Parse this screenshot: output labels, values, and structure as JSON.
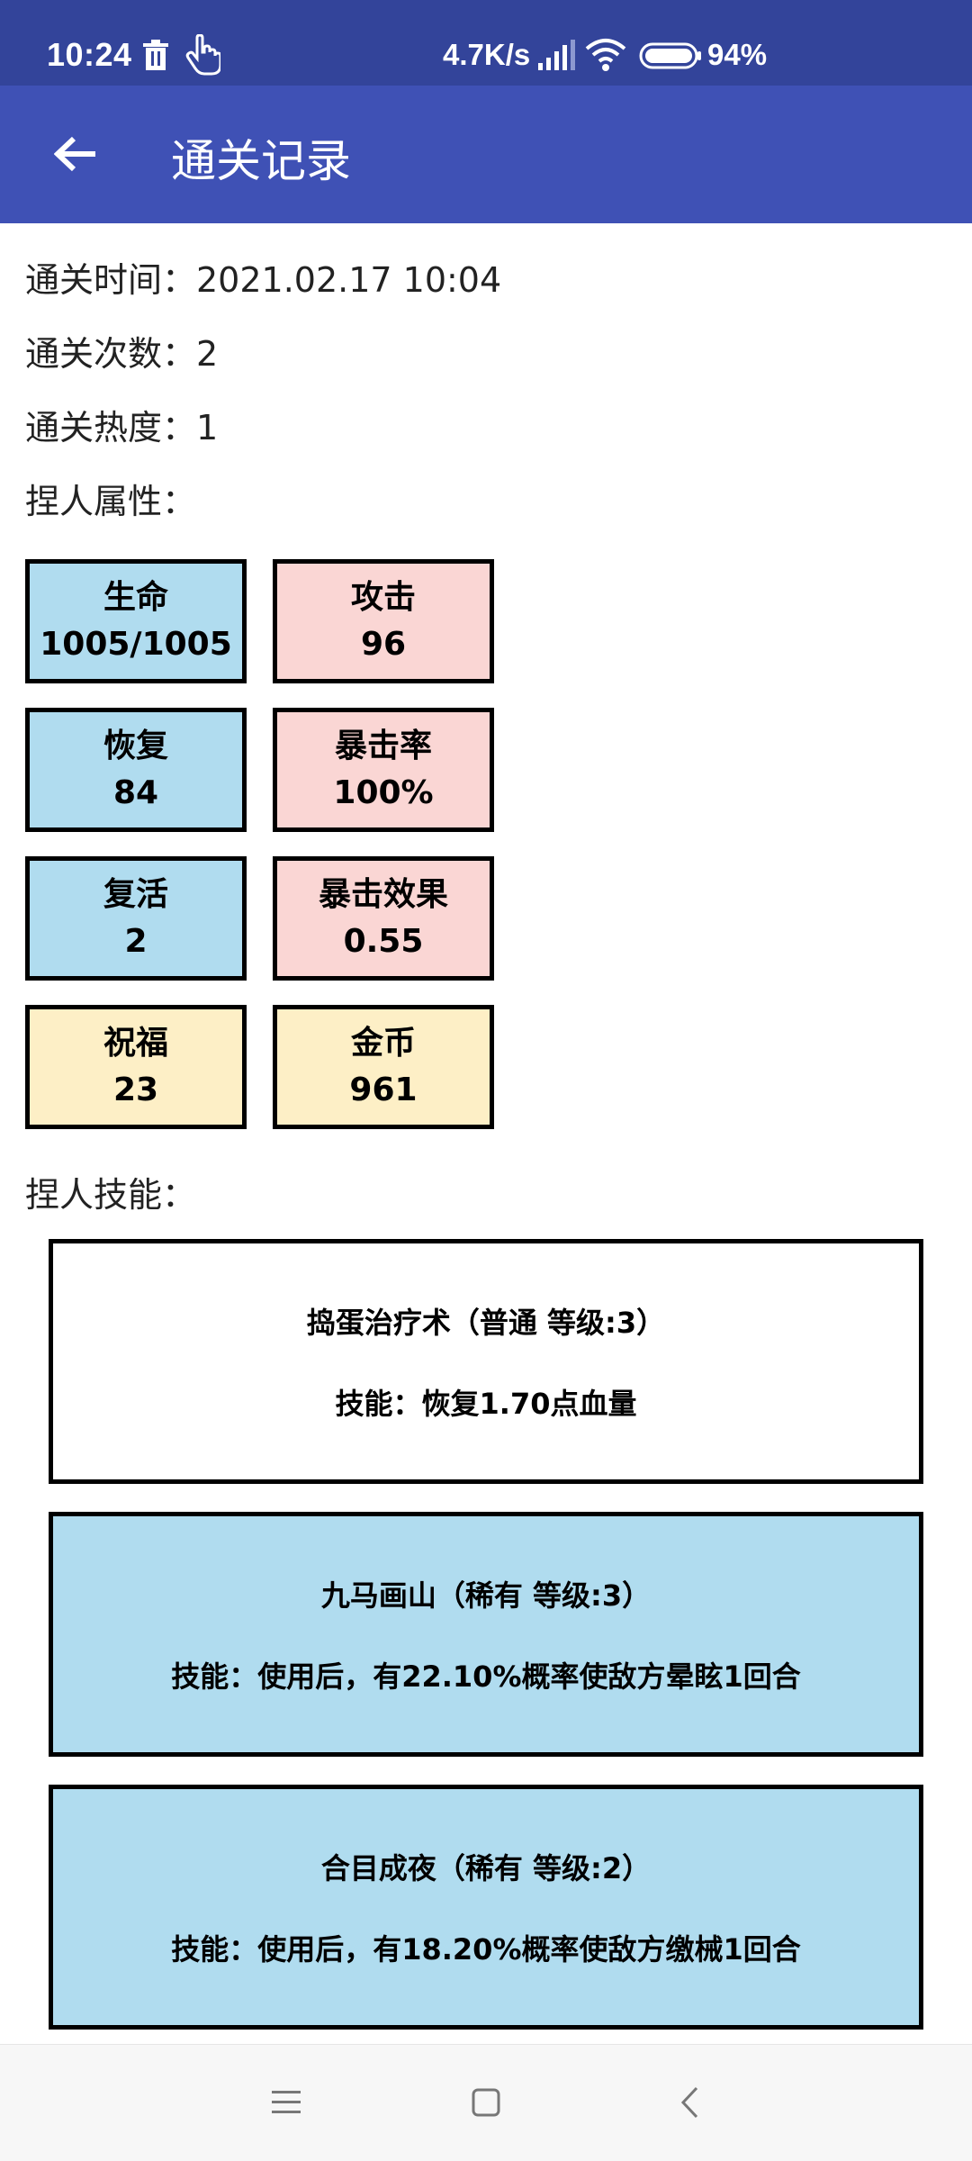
{
  "status_bar": {
    "time": "10:24",
    "net_speed": "4.7K/s",
    "battery": "94%",
    "icons": [
      "trash-icon",
      "hand-pointer-icon",
      "signal-icon",
      "wifi-icon",
      "battery-icon"
    ]
  },
  "app_bar": {
    "title": "通关记录",
    "back_icon": "arrow-left-icon"
  },
  "info": {
    "time": "通关时间：2021.02.17 10:04",
    "count": "通关次数：2",
    "heat": "通关热度：1",
    "attr_heading": "捏人属性：",
    "skill_heading": "捏人技能："
  },
  "attributes": [
    {
      "label": "生命",
      "value": "1005/1005",
      "color": "#b0dcef"
    },
    {
      "label": "攻击",
      "value": "96",
      "color": "#fad6d4"
    },
    {
      "label": "恢复",
      "value": "84",
      "color": "#b0dcef"
    },
    {
      "label": "暴击率",
      "value": "100%",
      "color": "#fad6d4"
    },
    {
      "label": "复活",
      "value": "2",
      "color": "#b0dcef"
    },
    {
      "label": "暴击效果",
      "value": "0.55",
      "color": "#fad6d4"
    },
    {
      "label": "祝福",
      "value": "23",
      "color": "#fdefc6"
    },
    {
      "label": "金币",
      "value": "961",
      "color": "#fdefc6"
    }
  ],
  "skills": [
    {
      "name": "捣蛋治疗术（普通 等级:3）",
      "desc": "技能：恢复1.70点血量",
      "color": "#ffffff"
    },
    {
      "name": "九马画山（稀有 等级:3）",
      "desc": "技能：使用后，有22.10%概率使敌方晕眩1回合",
      "color": "#b0dcef"
    },
    {
      "name": "合目成夜（稀有 等级:2）",
      "desc": "技能：使用后，有18.20%概率使敌方缴械1回合",
      "color": "#b0dcef"
    }
  ],
  "nav_bar": {
    "icons": [
      "menu-icon",
      "home-square-icon",
      "back-chevron-icon"
    ]
  },
  "colors": {
    "status_bar": "#33449a",
    "app_bar": "#3f51b5"
  }
}
